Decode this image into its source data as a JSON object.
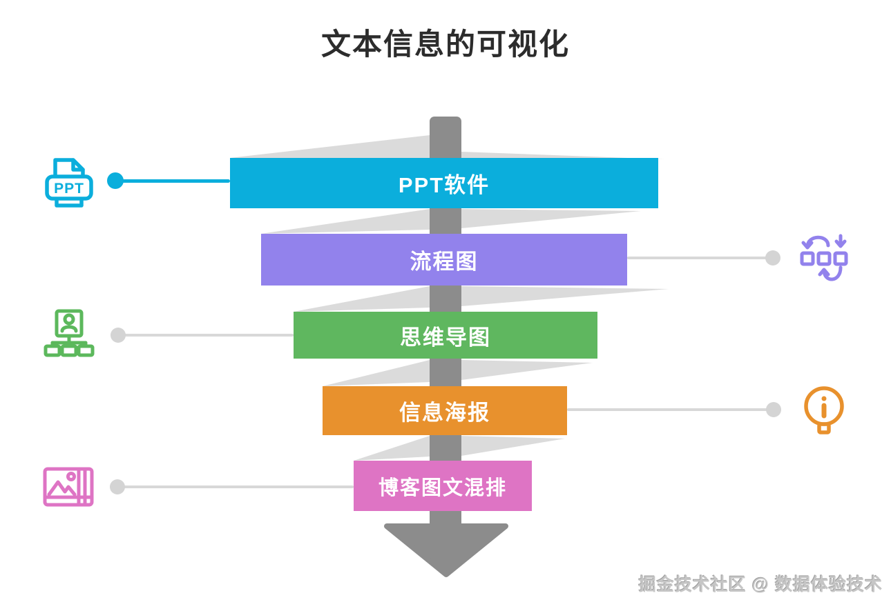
{
  "title": "文本信息的可视化",
  "watermark": "掘金技术社区 @ 数据体验技术",
  "funnel": {
    "type": "top-to-bottom narrowing funnel with central arrow",
    "arrow_color": "#8c8c8c",
    "ribbon_color": "#dbdbdb",
    "levels": [
      {
        "label": "PPT软件",
        "color": "#0baedc",
        "icon": "ppt-file-icon",
        "icon_side": "left",
        "icon_text": "PPT"
      },
      {
        "label": "流程图",
        "color": "#9282ec",
        "icon": "flowchart-icon",
        "icon_side": "right",
        "icon_text": ""
      },
      {
        "label": "思维导图",
        "color": "#5fb75f",
        "icon": "org-chart-icon",
        "icon_side": "left",
        "icon_text": ""
      },
      {
        "label": "信息海报",
        "color": "#e8912d",
        "icon": "info-sign-icon",
        "icon_side": "right",
        "icon_text": ""
      },
      {
        "label": "博客图文混排",
        "color": "#de74c4",
        "icon": "image-gallery-icon",
        "icon_side": "left",
        "icon_text": ""
      }
    ],
    "connector_colors": {
      "row1": "#0baedc",
      "others": "#d8d8d8"
    }
  },
  "text_colors": {
    "title": "#2c2c2c",
    "bar_text": "#ffffff",
    "watermark": "#c6c6c6"
  }
}
